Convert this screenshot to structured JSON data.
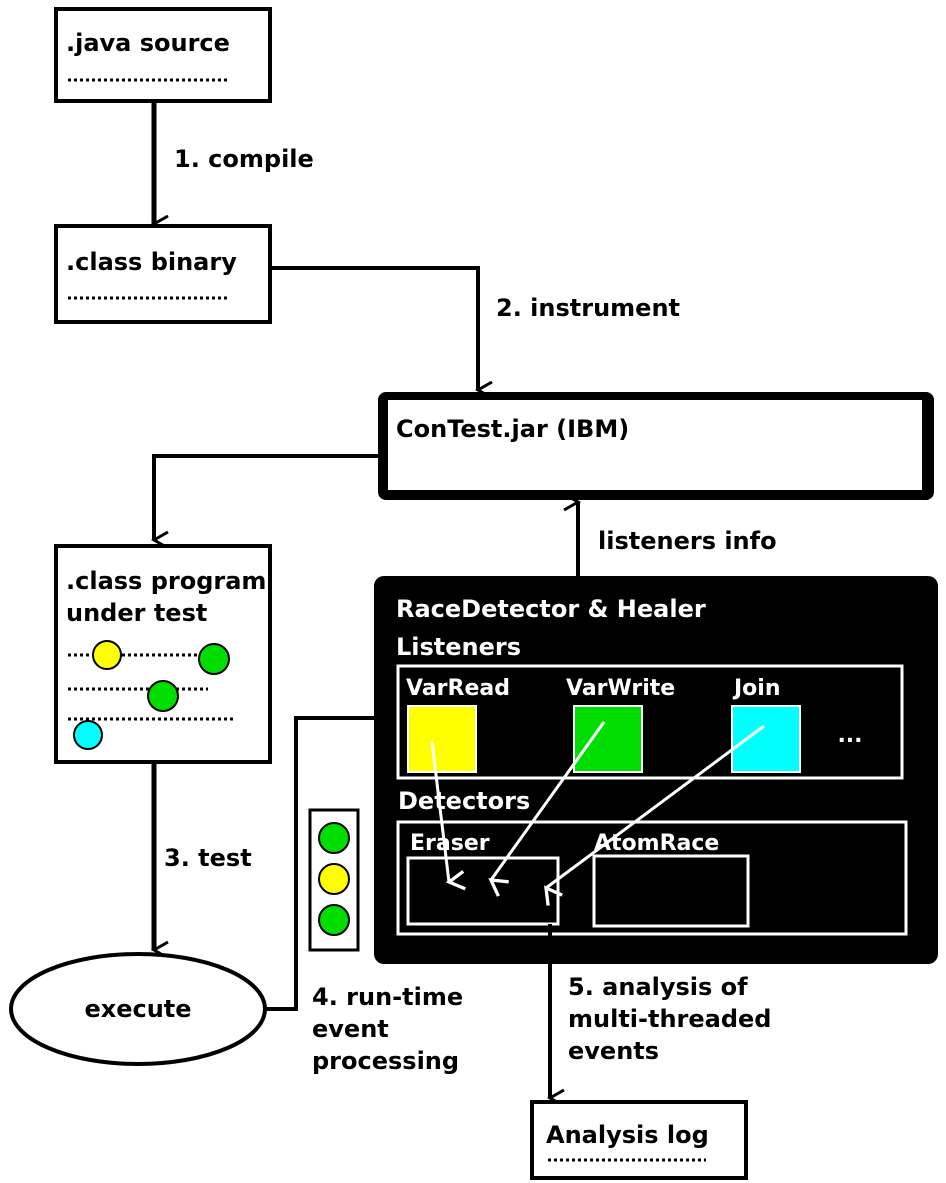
{
  "nodes": {
    "java_source": {
      "title": ".java source"
    },
    "class_binary": {
      "title": ".class binary"
    },
    "contest": {
      "title": "ConTest.jar (IBM)"
    },
    "program": {
      "title_line1": ".class program",
      "title_line2": "under test"
    },
    "racedetector": {
      "title": "RaceDetector & Healer",
      "listeners_label": "Listeners",
      "detectors_label": "Detectors"
    },
    "execute": {
      "label": "execute"
    },
    "analysis_log": {
      "title": "Analysis log"
    }
  },
  "listeners": [
    {
      "label": "VarRead",
      "color": "#ffff00"
    },
    {
      "label": "VarWrite",
      "color": "#00dd00"
    },
    {
      "label": "Join",
      "color": "#00ffff"
    }
  ],
  "listeners_more": "...",
  "detectors": [
    {
      "label": "Eraser"
    },
    {
      "label": "AtomRace"
    }
  ],
  "edges": {
    "compile": "1. compile",
    "instrument": "2. instrument",
    "listeners_info": "listeners info",
    "test": "3. test",
    "runtime": {
      "line1": "4. run-time",
      "line2": "event",
      "line3": "processing"
    },
    "analysis": {
      "line1": "5. analysis of",
      "line2": "multi-threaded",
      "line3": "events"
    }
  },
  "colors": {
    "yellow": "#ffff00",
    "green": "#00dd00",
    "cyan": "#00ffff"
  }
}
